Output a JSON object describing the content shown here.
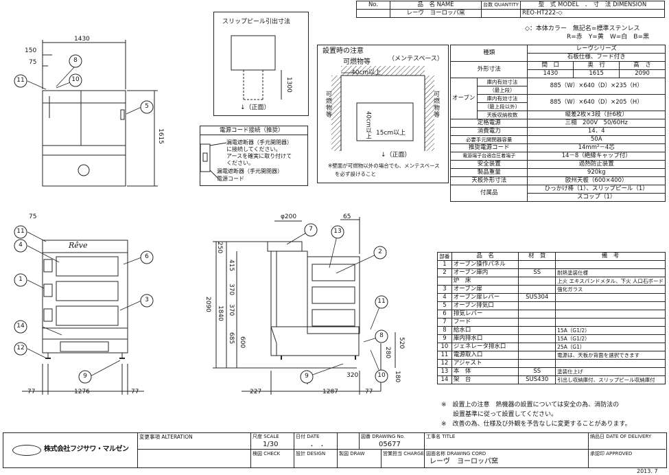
{
  "header_table": {
    "col_no": "No.",
    "col_name": "品　名 NAME",
    "col_qty": "台数 QUANTITY",
    "col_model": "型　式 MODEL　．　寸　法 DIMENSION",
    "product_name": "レーヴ　ヨーロッパ窯",
    "model_code": "REO-HT222-◇"
  },
  "color_note": {
    "line1": "◇：本体カラー　無記名=標準ステンレス",
    "line2": "R=赤　Y=黄　W=白　B=黒"
  },
  "slip_box": {
    "title": "スリップピール引出寸法",
    "dim": "1300",
    "caption": "↓（正面）"
  },
  "power_box": {
    "title": "電源コード接続（推奨）",
    "line1": "漏電遮断器（手元開閉器）",
    "line2": "に接続してください。",
    "line3": "アースを確実に取り付けて",
    "line4": "ください。",
    "label_breaker": "漏電遮断器（手元開閉器）",
    "label_cord": "電源コード"
  },
  "install_box": {
    "title": "設置時の注意",
    "combustible": "可燃物等",
    "maintenance": "（メンテスペース）",
    "dist40": "40cm以上",
    "dist40v": "40cm以上",
    "dist15": "15cm以上",
    "side_left": "可燃物等",
    "side_right": "可燃物等",
    "front": "↓（正面）",
    "note1": "※壁面が可燃物以外の場合でも、メンテスペース",
    "note2": "を必ず設けること"
  },
  "spec_table": {
    "type_label": "種類",
    "type_value1": "レーヴシリーズ",
    "type_value2": "石板仕様、フード付き",
    "outer_label": "外形寸法",
    "outer_heads": [
      "間　口",
      "奥　行",
      "高　さ"
    ],
    "outer_vals": [
      "1430",
      "1615",
      "2090"
    ],
    "oven_label": "オーブン",
    "inner_top_label1": "庫内有効寸法",
    "inner_top_label2": "（最上段）",
    "inner_top_val": "885（W）×640（D）×235（H）",
    "inner_other_label1": "庫内有効寸法",
    "inner_other_label2": "（最上段以外）",
    "inner_other_val": "885（W）×640（D）×205（H）",
    "plates_label": "天板収納枚数",
    "plates_val": "縦差2枚×3段（計6枚）",
    "rated_v_label": "定格電源",
    "rated_v_val": "三相　200V　50/60Hz",
    "power_label": "消費電力",
    "power_val": "14．4",
    "breaker_label": "必要手元開閉器容量",
    "breaker_val": "50A",
    "cord_label": "推奨電源コード",
    "cord_val": "14mm²－4芯",
    "terminal_label": "電源端子台適合圧着端子",
    "terminal_val": "14－8（絶縁キャップ付）",
    "safety_label": "安全装置",
    "safety_val": "過熱防止装置",
    "weight_label": "製品重量",
    "weight_val": "920kg",
    "tray_label": "天板外形寸法",
    "tray_val": "欧州天板（600×400）",
    "acc_label": "付属品",
    "acc_val1": "ひっかけ棒（1）、スリップピール（1）",
    "acc_val2": "スコップ（1）"
  },
  "parts_table": {
    "heads": [
      "部番",
      "品　名",
      "材　質",
      "備　考"
    ],
    "rows": [
      [
        "1",
        "オーブン操作パネル",
        "",
        ""
      ],
      [
        "2",
        "オーブン庫内",
        "SS",
        "耐熱塗装仕様"
      ],
      [
        "",
        "炉　床",
        "",
        "上火 エキスパンドメタル、下火 人口石ボード"
      ],
      [
        "3",
        "オーブン扉",
        "",
        "強化ガラス"
      ],
      [
        "4",
        "オーブン扉レバー",
        "SUS304",
        ""
      ],
      [
        "5",
        "オーブン排気口",
        "",
        ""
      ],
      [
        "6",
        "排気レバー",
        "",
        ""
      ],
      [
        "7",
        "フード",
        "",
        ""
      ],
      [
        "8",
        "給水口",
        "",
        "15A（G1/2）"
      ],
      [
        "9",
        "庫内排水口",
        "",
        "15A（G1/2）"
      ],
      [
        "10",
        "ジェネレータ排水口",
        "",
        "25A（G1）"
      ],
      [
        "11",
        "電源取入口",
        "",
        "電源は、天板か背面を選択できます"
      ],
      [
        "12",
        "アジャスト",
        "",
        ""
      ],
      [
        "13",
        "本　体",
        "SS",
        "塗装仕上げ"
      ],
      [
        "14",
        "架　台",
        "SUS430",
        "引出し収納庫付、スリップピール収納庫付"
      ]
    ]
  },
  "bottom_notes": {
    "n1": "※　設置上の注意　熱機器の設置については安全の為、消防法の",
    "n2": "設置基準に従って設置してください。",
    "n3": "※　改善の為、仕様及び外観を予告なしに変更することがあります。"
  },
  "title_block": {
    "company": "株式会社フジサワ・マルゼン",
    "change": "変更事項 ALTERATION",
    "scale_label": "尺度 SCALE",
    "scale_val": "1/30",
    "date_label": "日付 DATE",
    "date_val": "．　．",
    "drawing_no_label": "図番 DRAWING No.",
    "drawing_no_val": "05677",
    "title_label": "工事名 TITLE",
    "delivery_label": "納品日 DATE OF DELIVERY",
    "check_label": "検図 CHECK",
    "design_label": "設計 DESIGN",
    "draw_label": "製図 DRAW",
    "charge_label": "営業担当 CHARGE",
    "cord_label": "図面名称 DRAWING CORD",
    "cord_val": "レーヴ　ヨーロッパ窯",
    "approved_label": "承認印 APPROVED",
    "year": "2013. 7"
  },
  "dims": {
    "top_w": "1430",
    "d150": "150",
    "d75": "75",
    "h1615": "1615",
    "f75": "75",
    "f77a": "77",
    "f1276": "1276",
    "f77b": "77",
    "s200": "φ200",
    "s65": "65",
    "s250": "250",
    "s415": "415",
    "s370a": "370",
    "s370b": "370",
    "s685": "685",
    "s600": "600",
    "s2090": "2090",
    "s1840": "1840",
    "s520": "520",
    "s280": "280",
    "s180": "180",
    "s320": "320",
    "s227": "227",
    "s1287": "1287",
    "s77": "77"
  },
  "callouts": [
    "1",
    "2",
    "3",
    "4",
    "5",
    "6",
    "7",
    "8",
    "9",
    "10",
    "11",
    "12",
    "13",
    "14"
  ],
  "logo_text": "Rêve"
}
